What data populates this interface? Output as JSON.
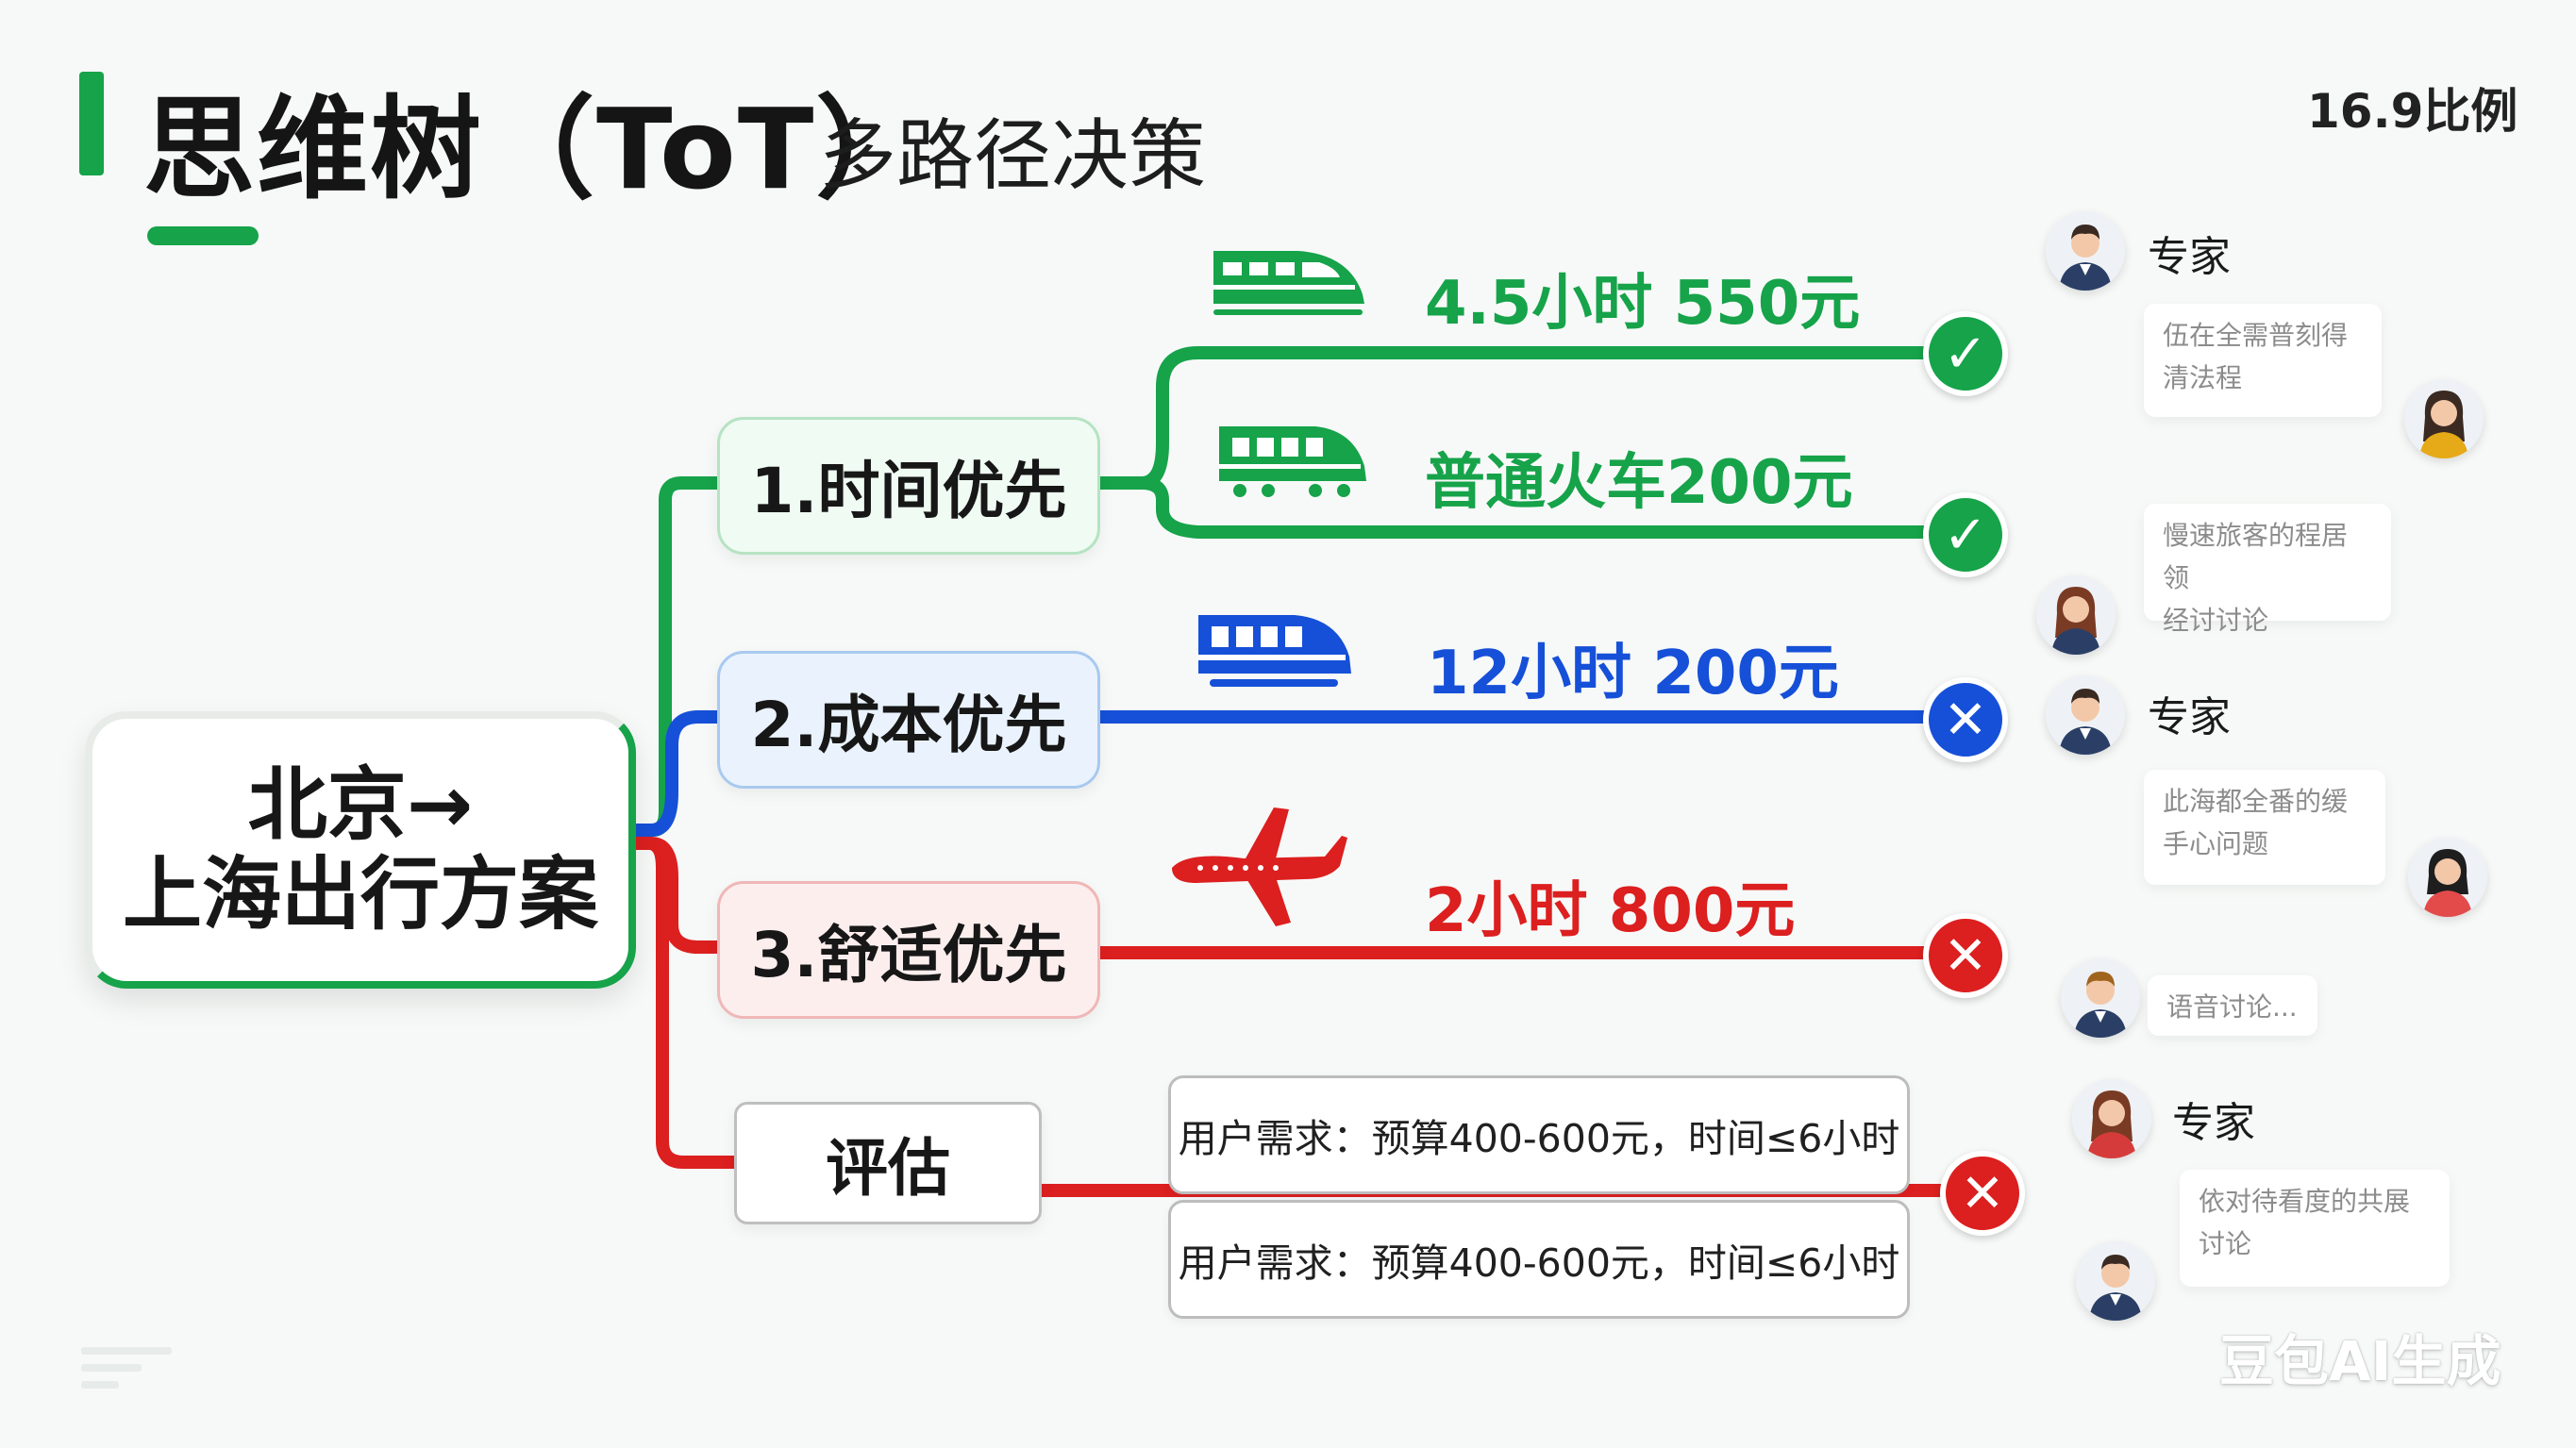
{
  "header": {
    "title": "思维树（ToT）",
    "subtitle": "多路径决策",
    "aspect_note": "16.9比例"
  },
  "root": {
    "label": "北京→\n上海出行方案"
  },
  "branches": [
    {
      "label": "1.时间优先",
      "color": "#16a34a"
    },
    {
      "label": "2.成本优先",
      "color": "#1650d8"
    },
    {
      "label": "3.舒适优先",
      "color": "#dc1f1f"
    },
    {
      "label": "评估",
      "color": "#dc1f1f"
    }
  ],
  "routes": [
    {
      "icon": "high-speed-train-icon",
      "label": "4.5小时 550元",
      "color": "#16a34a",
      "status": "check"
    },
    {
      "icon": "regular-train-icon",
      "label": "普通火车200元",
      "color": "#16a34a",
      "status": "check"
    },
    {
      "icon": "train-icon",
      "label": "12小时 200元",
      "color": "#1650d8",
      "status": "cross"
    },
    {
      "icon": "airplane-icon",
      "label": "2小时 800元",
      "color": "#dc1f1f",
      "status": "cross"
    }
  ],
  "evaluation": {
    "requirements": [
      "用户需求：预算400-600元，时间≤6小时",
      "用户需求：预算400-600元，时间≤6小时"
    ],
    "status": "cross"
  },
  "status_symbols": {
    "check": "✓",
    "cross": "✕"
  },
  "discussion": {
    "experts": [
      {
        "label": "专家",
        "avatar": "male-avatar-icon"
      },
      {
        "label": "专家",
        "avatar": "male-avatar-icon"
      },
      {
        "label": "专家",
        "avatar": "female-avatar-icon"
      }
    ],
    "bubbles": [
      "伍在全需普刻得\n清法程",
      "慢速旅客的程居领\n经讨讨论",
      "此海都全番的缓\n手心问题",
      "语音讨论...",
      "依对待看度的共展\n讨论"
    ]
  },
  "watermark": "豆包AI生成"
}
